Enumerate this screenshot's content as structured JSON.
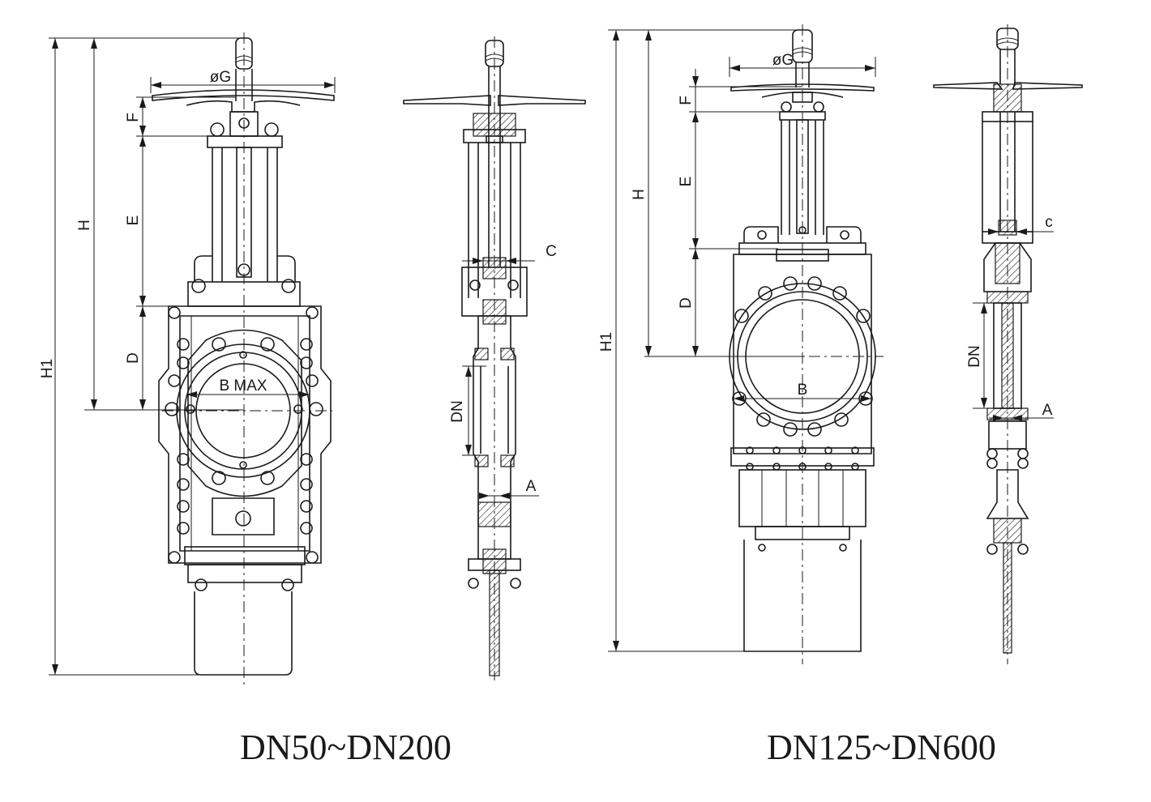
{
  "variants": [
    {
      "caption": "DN50~DN200",
      "front_dims": {
        "h1": "H1",
        "h": "H",
        "f": "F",
        "e": "E",
        "d": "D",
        "g": "øG",
        "b": "B MAX"
      },
      "side_dims": {
        "c": "C",
        "dn": "DN",
        "a": "A"
      }
    },
    {
      "caption": "DN125~DN600",
      "front_dims": {
        "h1": "H1",
        "h": "H",
        "f": "F",
        "e": "E",
        "d": "D",
        "g": "øG",
        "b": "B"
      },
      "side_dims": {
        "c": "c",
        "dn": "DN",
        "a": "A"
      }
    }
  ]
}
